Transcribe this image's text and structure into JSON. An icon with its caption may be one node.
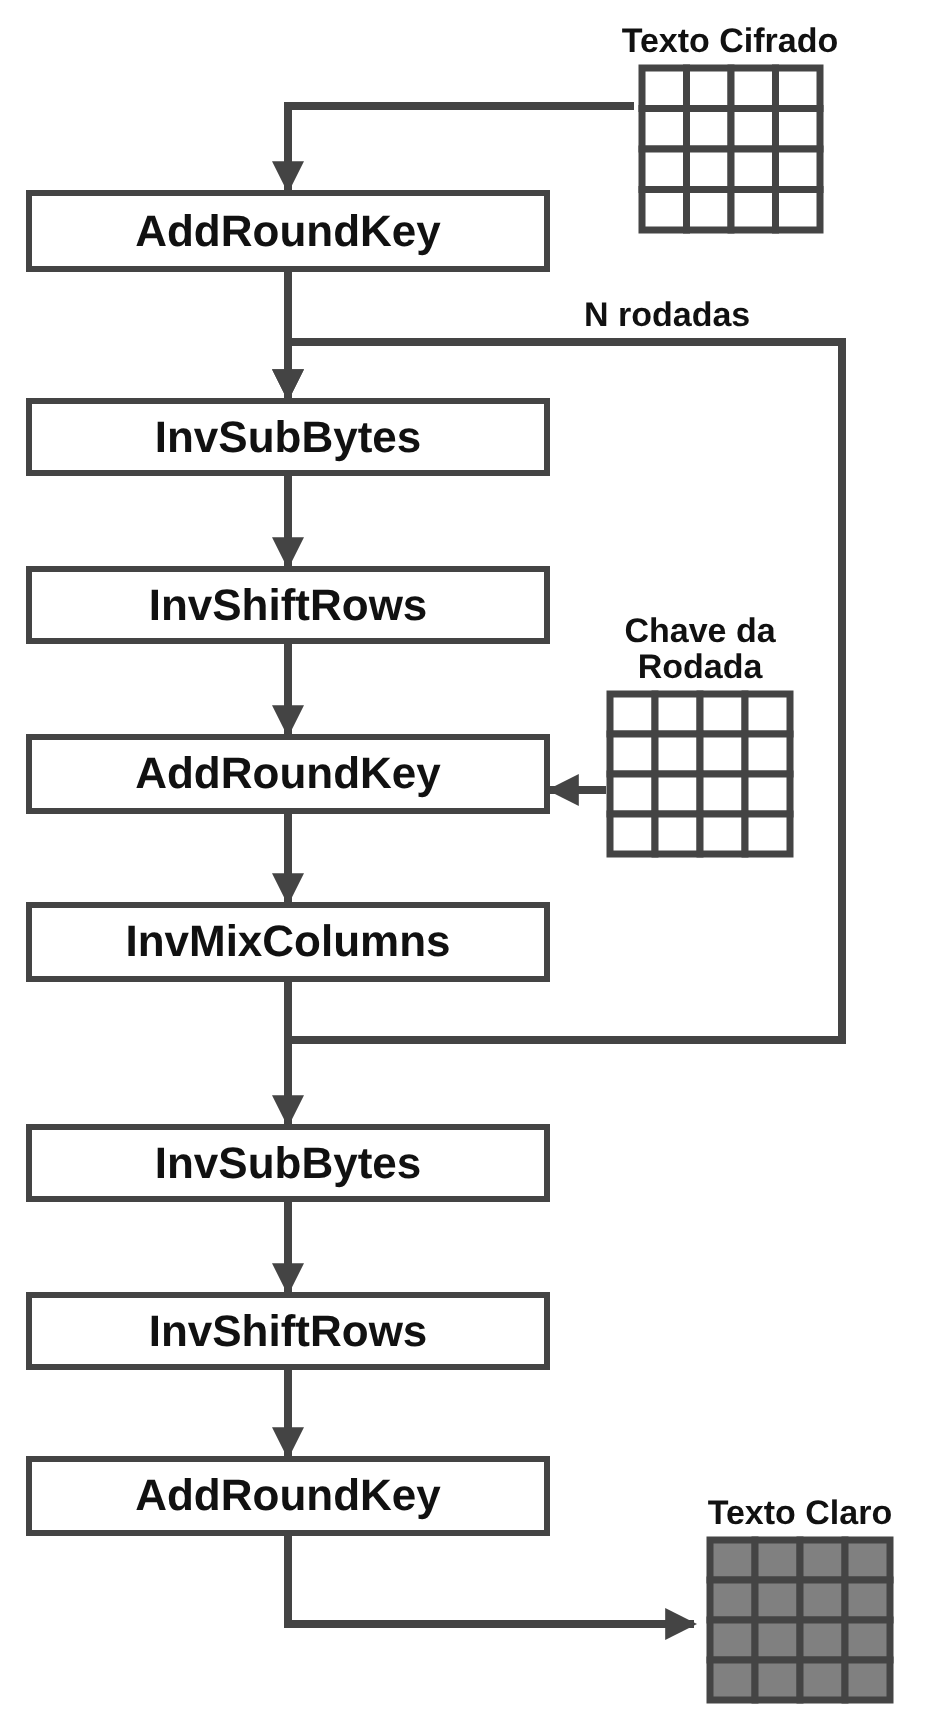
{
  "diagram": {
    "nodes": [
      {
        "text": [
          "Texto Cifrado"
        ]
      },
      {
        "text": [
          "AddRoundKey"
        ]
      },
      {
        "text": [
          "InvSubBytes"
        ]
      },
      {
        "text": [
          "InvShiftRows"
        ]
      },
      {
        "text": [
          "Chave da Rodada"
        ]
      },
      {
        "text": [
          "AddRoundKey"
        ]
      },
      {
        "text": [
          "InvMixColumns"
        ]
      },
      {
        "text": [
          "InvSubBytes"
        ]
      },
      {
        "text": [
          "InvShiftRows"
        ]
      },
      {
        "text": [
          "AddRoundKey"
        ]
      },
      {
        "text": [
          "Texto Claro"
        ]
      }
    ],
    "edges": [
      {
        "from": 0,
        "to": 1,
        "arrow": "to"
      },
      {
        "from": 1,
        "to": 2,
        "arrow": "to"
      },
      {
        "from": 2,
        "to": 3,
        "arrow": "to"
      },
      {
        "from": 3,
        "to": 5,
        "arrow": "to"
      },
      {
        "from": 4,
        "to": 5,
        "arrow": "to"
      },
      {
        "from": 5,
        "to": 6,
        "arrow": "to"
      },
      {
        "from": 6,
        "to": 7,
        "arrow": "to"
      },
      {
        "from": 6,
        "to": 2,
        "arrow": "to",
        "label": "N rodadas"
      },
      {
        "from": 7,
        "to": 8,
        "arrow": "to"
      },
      {
        "from": 8,
        "to": 9,
        "arrow": "to"
      },
      {
        "from": 9,
        "to": 10,
        "arrow": "to"
      }
    ]
  }
}
